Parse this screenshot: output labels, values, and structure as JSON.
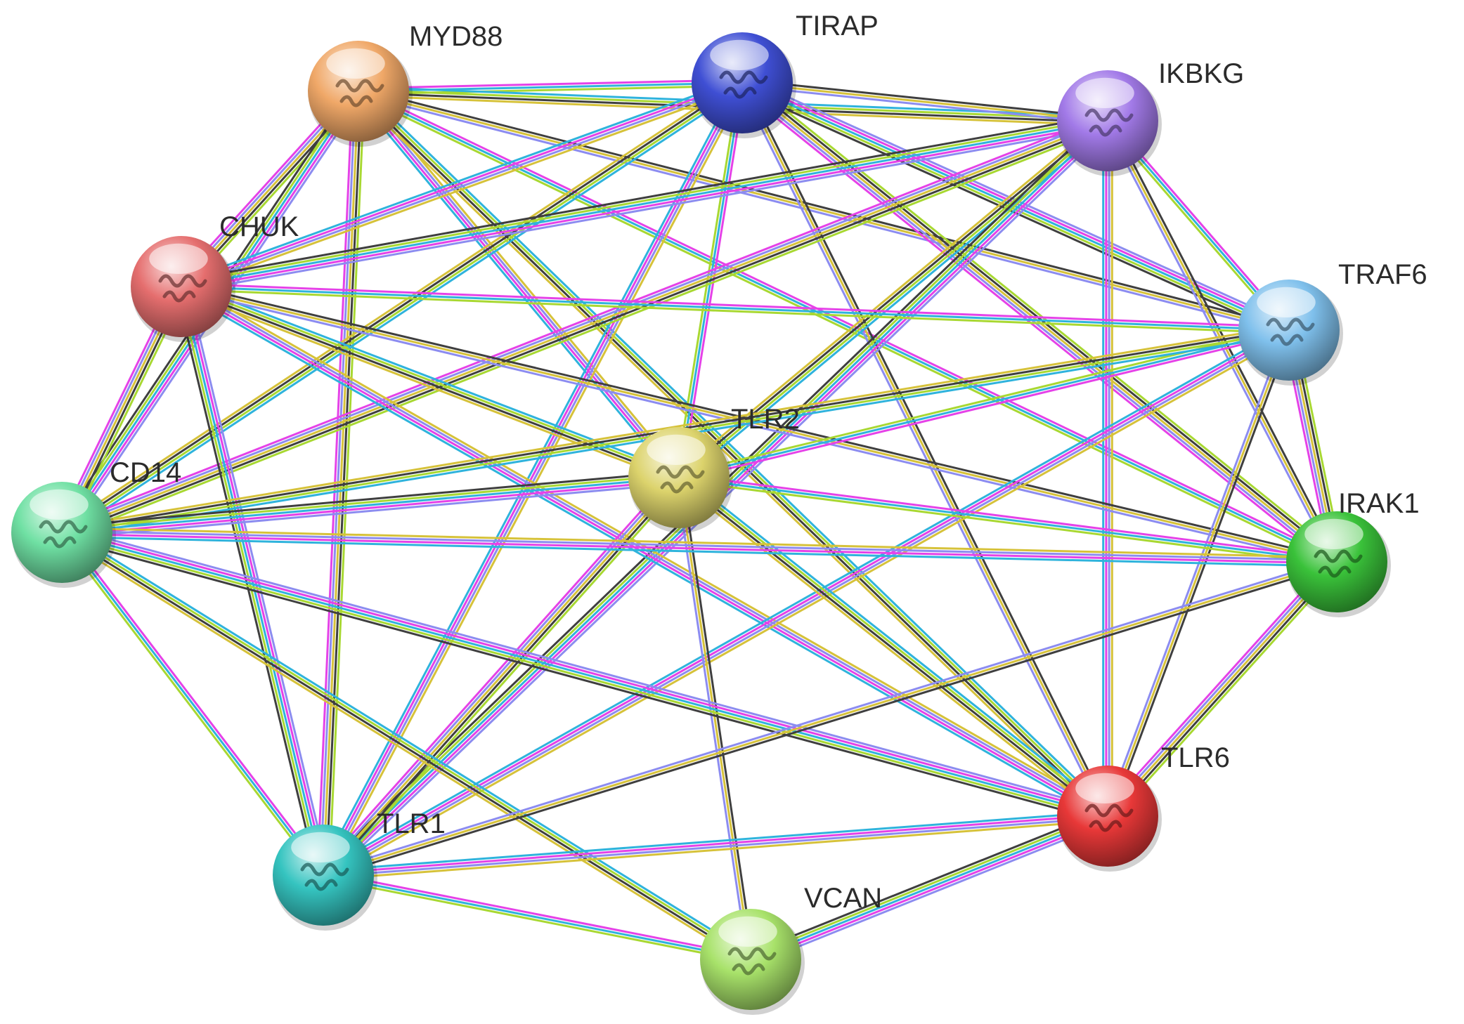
{
  "network": {
    "nodes": [
      {
        "id": "MYD88",
        "label": "MYD88",
        "color": "#f0a868"
      },
      {
        "id": "TIRAP",
        "label": "TIRAP",
        "color": "#3f4fd4"
      },
      {
        "id": "IKBKG",
        "label": "IKBKG",
        "color": "#a27ae8"
      },
      {
        "id": "CHUK",
        "label": "CHUK",
        "color": "#e56e6e"
      },
      {
        "id": "TRAF6",
        "label": "TRAF6",
        "color": "#7fc0ec"
      },
      {
        "id": "TLR2",
        "label": "TLR2",
        "color": "#dcd36c"
      },
      {
        "id": "CD14",
        "label": "CD14",
        "color": "#6fe0a3"
      },
      {
        "id": "IRAK1",
        "label": "IRAK1",
        "color": "#3ac23a"
      },
      {
        "id": "TLR6",
        "label": "TLR6",
        "color": "#e83838"
      },
      {
        "id": "TLR1",
        "label": "TLR1",
        "color": "#35c4c0"
      },
      {
        "id": "VCAN",
        "label": "VCAN",
        "color": "#a8e26a"
      }
    ],
    "edge_colors": [
      "#e542e8",
      "#2fb3dc",
      "#a8d832",
      "#3f3f3f",
      "#d6c23a",
      "#8c8cf0"
    ],
    "edges": [
      [
        "MYD88",
        "TIRAP"
      ],
      [
        "MYD88",
        "IKBKG"
      ],
      [
        "MYD88",
        "CHUK"
      ],
      [
        "MYD88",
        "TRAF6"
      ],
      [
        "MYD88",
        "TLR2"
      ],
      [
        "MYD88",
        "CD14"
      ],
      [
        "MYD88",
        "IRAK1"
      ],
      [
        "MYD88",
        "TLR6"
      ],
      [
        "MYD88",
        "TLR1"
      ],
      [
        "TIRAP",
        "IKBKG"
      ],
      [
        "TIRAP",
        "CHUK"
      ],
      [
        "TIRAP",
        "TRAF6"
      ],
      [
        "TIRAP",
        "TLR2"
      ],
      [
        "TIRAP",
        "CD14"
      ],
      [
        "TIRAP",
        "IRAK1"
      ],
      [
        "TIRAP",
        "TLR6"
      ],
      [
        "TIRAP",
        "TLR1"
      ],
      [
        "IKBKG",
        "CHUK"
      ],
      [
        "IKBKG",
        "TRAF6"
      ],
      [
        "IKBKG",
        "TLR2"
      ],
      [
        "IKBKG",
        "CD14"
      ],
      [
        "IKBKG",
        "IRAK1"
      ],
      [
        "IKBKG",
        "TLR6"
      ],
      [
        "IKBKG",
        "TLR1"
      ],
      [
        "CHUK",
        "TRAF6"
      ],
      [
        "CHUK",
        "TLR2"
      ],
      [
        "CHUK",
        "CD14"
      ],
      [
        "CHUK",
        "IRAK1"
      ],
      [
        "CHUK",
        "TLR6"
      ],
      [
        "CHUK",
        "TLR1"
      ],
      [
        "TRAF6",
        "TLR2"
      ],
      [
        "TRAF6",
        "CD14"
      ],
      [
        "TRAF6",
        "IRAK1"
      ],
      [
        "TRAF6",
        "TLR6"
      ],
      [
        "TRAF6",
        "TLR1"
      ],
      [
        "TLR2",
        "CD14"
      ],
      [
        "TLR2",
        "IRAK1"
      ],
      [
        "TLR2",
        "TLR6"
      ],
      [
        "TLR2",
        "TLR1"
      ],
      [
        "TLR2",
        "VCAN"
      ],
      [
        "CD14",
        "IRAK1"
      ],
      [
        "CD14",
        "TLR6"
      ],
      [
        "CD14",
        "TLR1"
      ],
      [
        "CD14",
        "VCAN"
      ],
      [
        "IRAK1",
        "TLR6"
      ],
      [
        "IRAK1",
        "TLR1"
      ],
      [
        "TLR6",
        "TLR1"
      ],
      [
        "TLR6",
        "VCAN"
      ],
      [
        "TLR1",
        "VCAN"
      ]
    ]
  }
}
